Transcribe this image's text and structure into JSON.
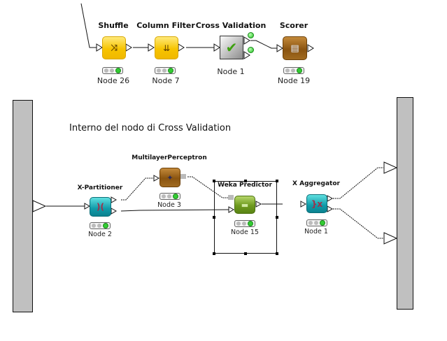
{
  "top_workflow": {
    "nodes": [
      {
        "title": "Shuffle",
        "label": "Node 26",
        "icon": "shuffle-icon",
        "type": "yellow",
        "status": "executed"
      },
      {
        "title": "Column Filter",
        "label": "Node 7",
        "icon": "column-filter-icon",
        "type": "yellow",
        "status": "executed"
      },
      {
        "title": "Cross Validation",
        "label": "Node 1",
        "icon": "checkmark-icon",
        "type": "meta",
        "status": "executed"
      },
      {
        "title": "Scorer",
        "label": "Node 19",
        "icon": "scorer-icon",
        "type": "brown",
        "status": "executed"
      }
    ]
  },
  "inner_workflow": {
    "heading": "Interno del nodo di Cross Validation",
    "nodes": [
      {
        "title": "X-Partitioner",
        "label": "Node 2",
        "icon": "partitioner-icon",
        "type": "teal",
        "status": "executed"
      },
      {
        "title": "MultilayerPerceptron",
        "label": "Node 3",
        "icon": "learner-icon",
        "type": "brown",
        "status": "executed"
      },
      {
        "title": "Weka Predictor",
        "label": "Node 15",
        "icon": "predictor-icon",
        "type": "green",
        "status": "executed",
        "selected": true
      },
      {
        "title": "X Aggregator",
        "label": "Node 1",
        "icon": "aggregator-icon",
        "type": "teal",
        "status": "executed"
      }
    ]
  },
  "colors": {
    "panel": "#c0c0c0",
    "status_on": "#33cc33",
    "yellow_node": "#f7c400",
    "brown_node": "#8a5410",
    "teal_node": "#109aa8",
    "green_node": "#6e9a1e"
  }
}
